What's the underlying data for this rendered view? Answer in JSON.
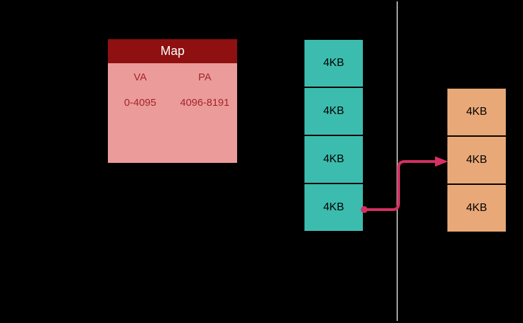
{
  "map_table": {
    "title": "Map",
    "col_va": "VA",
    "col_pa": "PA",
    "row_va": "0-4095",
    "row_pa": "4096-8191"
  },
  "virtual_column": {
    "blocks": [
      {
        "label": "4KB"
      },
      {
        "label": "4KB"
      },
      {
        "label": "4KB"
      },
      {
        "label": "4KB"
      }
    ]
  },
  "physical_column": {
    "blocks": [
      {
        "label": "4KB"
      },
      {
        "label": "4KB"
      },
      {
        "label": "4KB"
      }
    ]
  },
  "colors": {
    "background": "#000000",
    "map_header_bg": "#8e1010",
    "map_header_text": "#ffffff",
    "map_body_bg": "#ec9b9b",
    "map_body_text": "#a12626",
    "virtual_block_bg": "#3cbcae",
    "physical_block_bg": "#e8a877",
    "block_text": "#000000",
    "arrow": "#d62f63",
    "divider": "#a6a6a6"
  }
}
